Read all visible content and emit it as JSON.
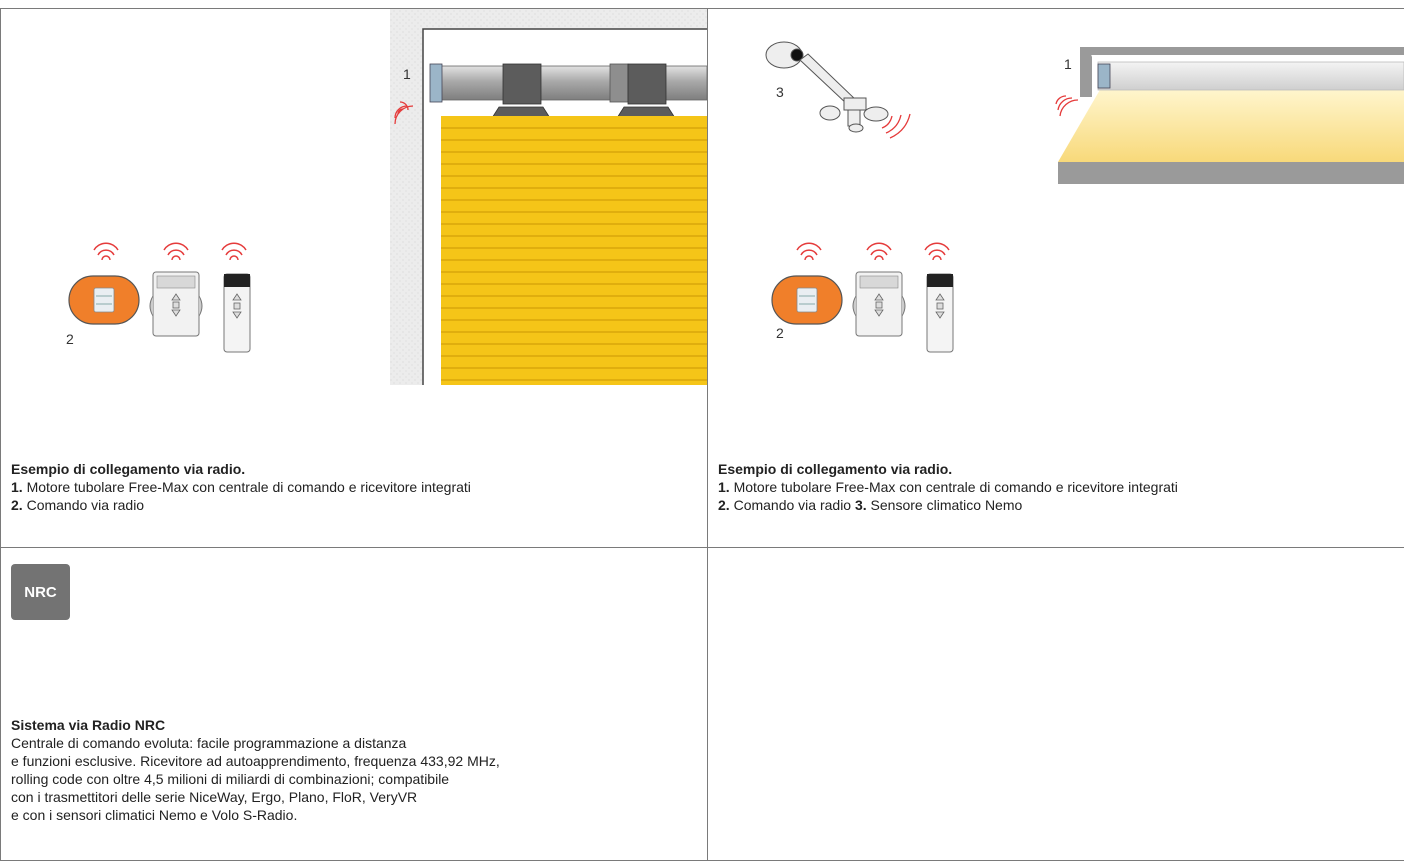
{
  "left_panel": {
    "label_motor": "1",
    "label_remote": "2",
    "caption": {
      "title": "Esempio di collegamento via radio.",
      "item1_num": "1.",
      "item1_text": " Motore tubolare Free-Max con centrale di comando e ricevitore integrati",
      "item2_num": "2.",
      "item2_text": " Comando via radio"
    }
  },
  "right_panel": {
    "label_motor": "1",
    "label_remote": "2",
    "label_sensor": "3",
    "caption": {
      "title": "Esempio di collegamento via radio.",
      "item1_num": "1.",
      "item1_text": " Motore tubolare Free-Max con centrale di comando e ricevitore integrati",
      "item2_num": "2.",
      "item2_text": " Comando via radio ",
      "item3_num": "3.",
      "item3_text": " Sensore climatico Nemo"
    }
  },
  "nrc": {
    "badge": "NRC",
    "title": "Sistema via Radio NRC",
    "lines": [
      "Centrale di comando evoluta: facile programmazione a distanza",
      "e funzioni esclusive. Ricevitore ad autoapprendimento, frequenza 433,92 MHz,",
      "rolling code con oltre 4,5 milioni di miliardi di combinazioni; compatibile",
      "con i trasmettitori delle serie NiceWay, Ergo, Plano, FloR, VeryVR",
      "e con i sensori climatici Nemo e Volo S-Radio."
    ]
  },
  "colors": {
    "shutter_yellow": "#f5c518",
    "remote_orange": "#f07f2a",
    "signal_red": "#e53b3b",
    "badge_grey": "#737373"
  }
}
